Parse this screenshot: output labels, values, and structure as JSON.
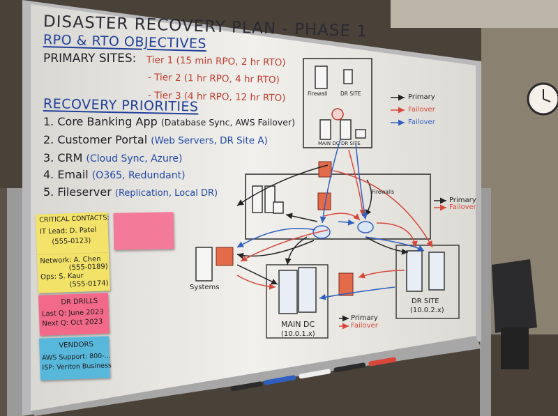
{
  "board": {
    "title": "DISASTER RECOVERY PLAN - PHASE 1",
    "rpo_heading": "RPO & RTO OBJECTIVES",
    "primary_sites_label": "PRIMARY SITES:",
    "tiers": [
      "Tier 1 (15 min RPO, 2 hr RTO)",
      "- Tier 2 (1 hr RPO, 4 hr RTO)",
      "- Tier 3 (4 hr RPO, 12 hr RTO)"
    ],
    "priorities_heading": "RECOVERY PRIORITIES",
    "priorities": [
      {
        "num": "1.",
        "name": "Core Banking App",
        "detail": "(Database Sync, AWS Failover)"
      },
      {
        "num": "2.",
        "name": "Customer Portal",
        "detail": "(Web Servers, DR Site A)"
      },
      {
        "num": "3.",
        "name": "CRM",
        "detail": "(Cloud Sync, Azure)"
      },
      {
        "num": "4.",
        "name": "Email",
        "detail": "(O365, Redundant)"
      },
      {
        "num": "5.",
        "name": "Fileserver",
        "detail": "(Replication, Local DR)"
      }
    ]
  },
  "diagram": {
    "top_labels": {
      "firewall": "Firewall",
      "dr_site": "DR SITE",
      "main_dc": "MAIN DC",
      "dr": "DR SITE"
    },
    "firewalls_label": "Firewalls",
    "systems_label": "Systems",
    "main_dc_label": "MAIN DC",
    "main_dc_subnet": "(10.0.1.x)",
    "dr_site_label": "DR SITE",
    "dr_site_subnet": "(10.0.2.x)",
    "legend_labels": {
      "primary": "Primary",
      "failover": "Failover"
    },
    "colors": {
      "primary": "#222222",
      "failover": "#d9463a",
      "failover_blue": "#2f5fc0"
    }
  },
  "notes": {
    "contacts": {
      "title": "CRITICAL CONTACTS:",
      "it_lead": "IT Lead: D. Patel",
      "it_lead_phone": "(555-0123)",
      "network": "Network: A. Chen",
      "network_phone": "(555-0189)",
      "ops": "Ops:   S. Kaur",
      "ops_phone": "(555-0174)"
    },
    "drills": {
      "title": "DR DRILLS",
      "last": "Last Q: June 2023",
      "next": "Next Q: Oct 2023"
    },
    "vendors": {
      "title": "VENDORS",
      "aws": "AWS Support: 800-...",
      "isp": "ISP: Veriton Business"
    }
  }
}
